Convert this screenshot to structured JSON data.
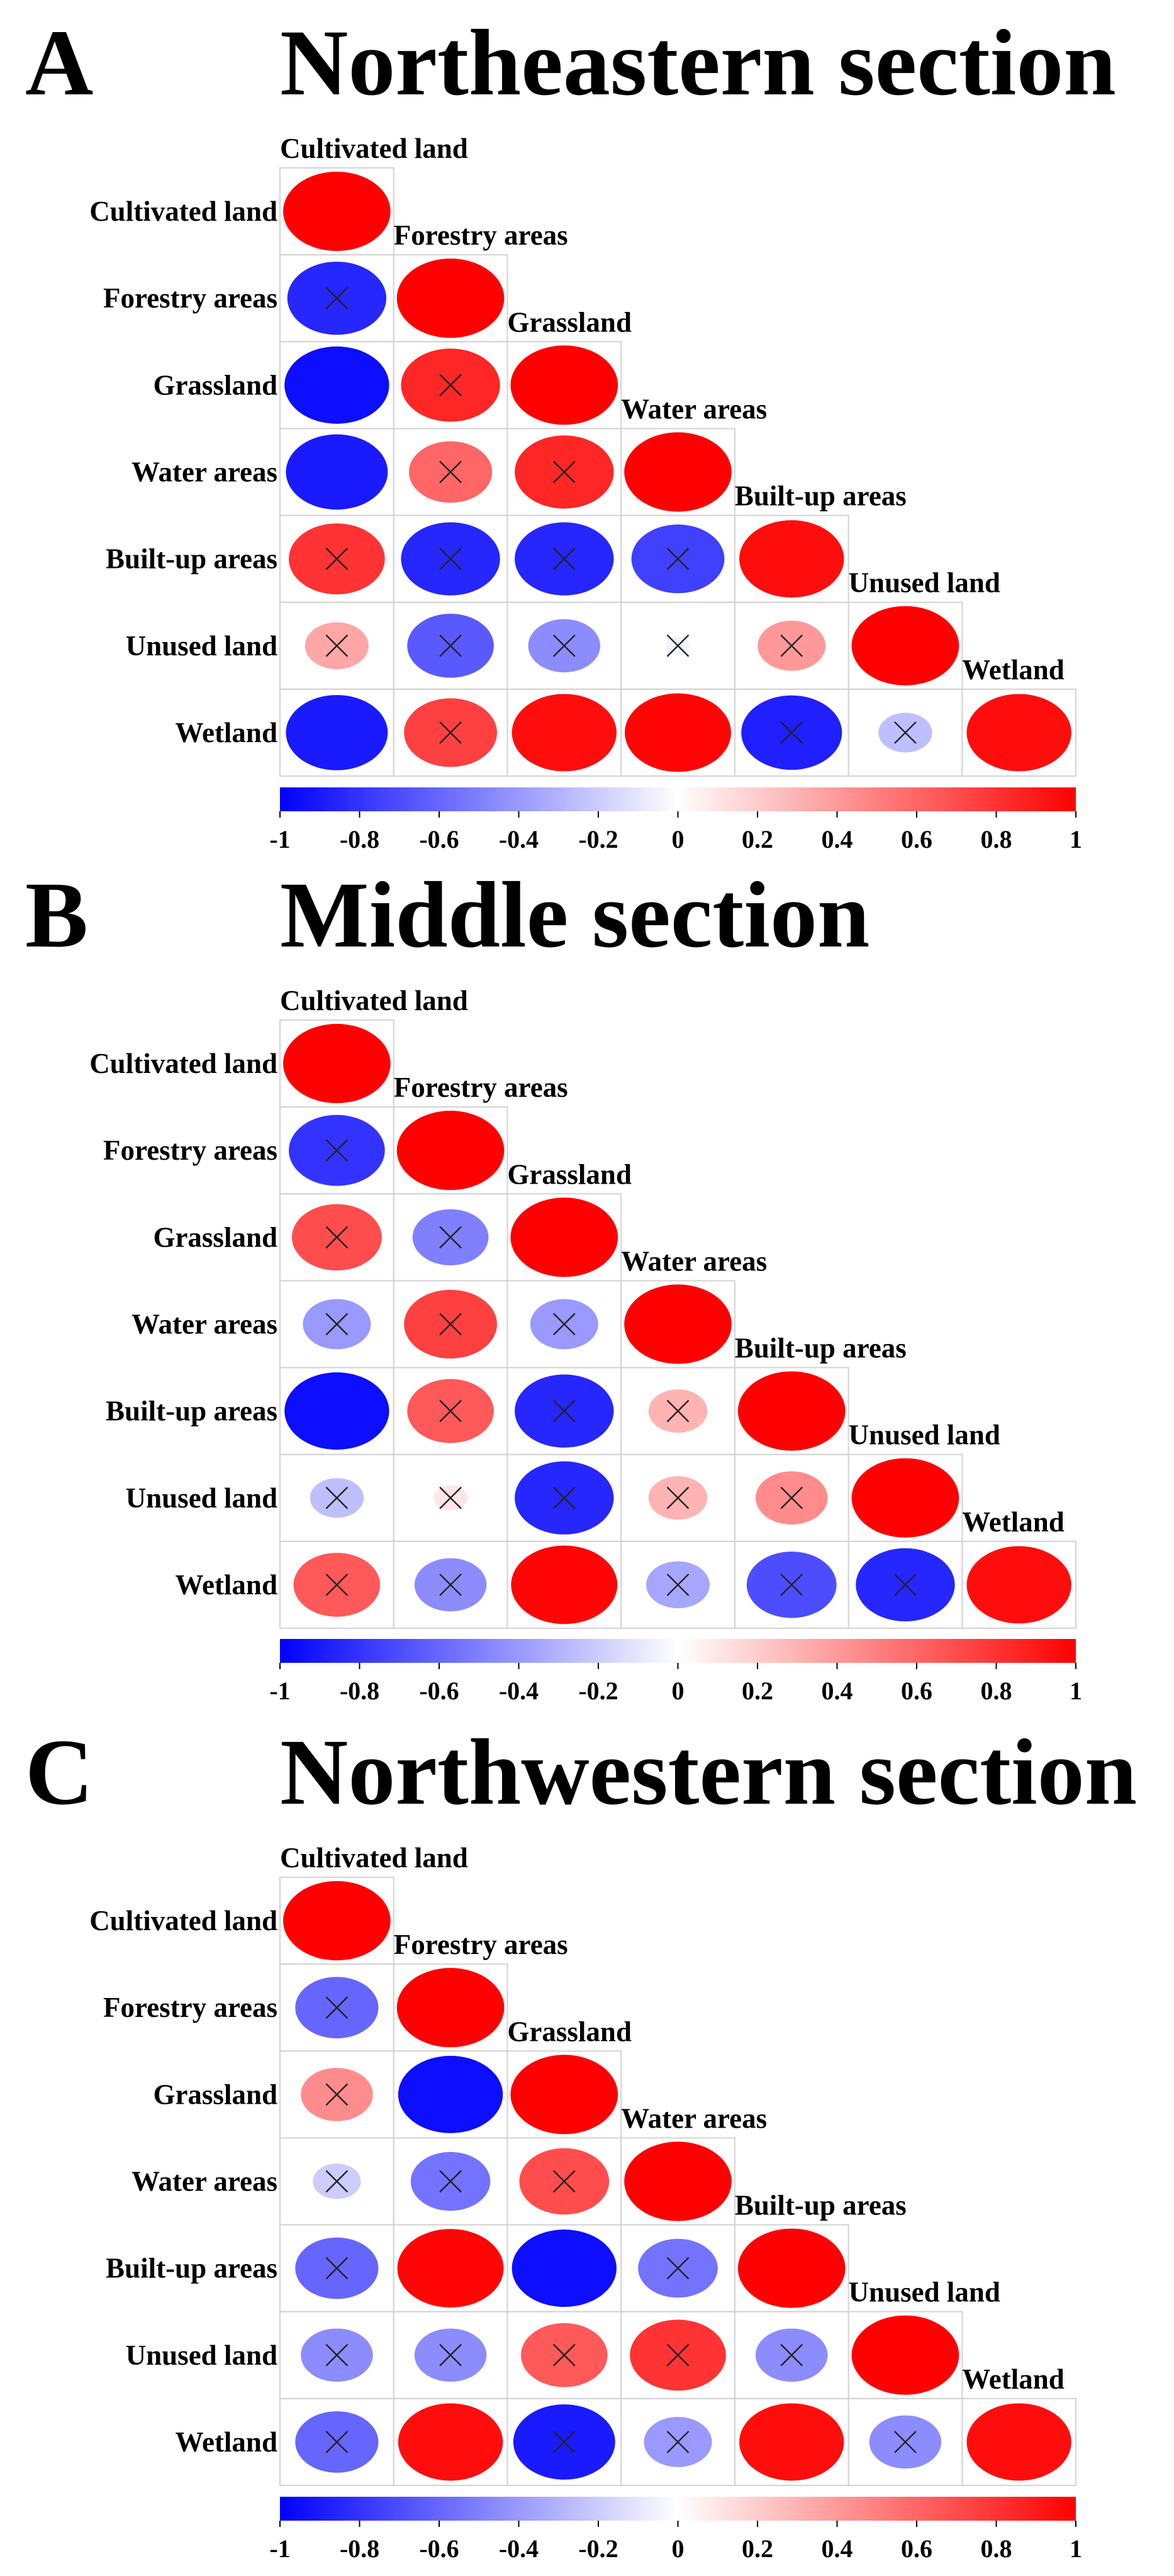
{
  "chart_data": [
    {
      "panel": "A",
      "title": "Northeastern section",
      "type": "heatmap",
      "variables": [
        "Cultivated land",
        "Forestry areas",
        "Grassland",
        "Water areas",
        "Built-up areas",
        "Unused land",
        "Wetland"
      ],
      "values": [
        [
          1
        ],
        [
          -0.85,
          1
        ],
        [
          -0.95,
          0.85,
          1
        ],
        [
          -0.9,
          0.6,
          0.85,
          1
        ],
        [
          0.8,
          -0.85,
          -0.85,
          -0.75,
          0.95
        ],
        [
          0.35,
          -0.65,
          -0.45,
          -0.05,
          0.4,
          1
        ],
        [
          -0.9,
          0.75,
          0.95,
          0.98,
          -0.88,
          -0.25,
          0.95
        ]
      ],
      "nonsignificant": [
        [
          false
        ],
        [
          true,
          false
        ],
        [
          false,
          true,
          false
        ],
        [
          false,
          true,
          true,
          false
        ],
        [
          true,
          true,
          true,
          true,
          false
        ],
        [
          true,
          true,
          true,
          true,
          true,
          false
        ],
        [
          false,
          true,
          false,
          false,
          true,
          true,
          false
        ]
      ],
      "colorbar": {
        "range": [
          -1,
          1
        ],
        "ticks": [
          "-1",
          "-0.8",
          "-0.6",
          "-0.4",
          "-0.2",
          "0",
          "0.2",
          "0.4",
          "0.6",
          "0.8",
          "1"
        ]
      }
    },
    {
      "panel": "B",
      "title": "Middle section",
      "type": "heatmap",
      "variables": [
        "Cultivated land",
        "Forestry areas",
        "Grassland",
        "Water areas",
        "Built-up areas",
        "Unused land",
        "Wetland"
      ],
      "values": [
        [
          1
        ],
        [
          -0.8,
          1
        ],
        [
          0.7,
          -0.5,
          1
        ],
        [
          -0.4,
          0.75,
          -0.4,
          1
        ],
        [
          -0.95,
          0.65,
          -0.85,
          0.3,
          1
        ],
        [
          -0.25,
          0.1,
          -0.85,
          0.3,
          0.45,
          1
        ],
        [
          0.65,
          -0.45,
          0.98,
          -0.35,
          -0.7,
          -0.85,
          0.95
        ]
      ],
      "nonsignificant": [
        [
          false
        ],
        [
          true,
          false
        ],
        [
          true,
          true,
          false
        ],
        [
          true,
          true,
          true,
          false
        ],
        [
          false,
          true,
          true,
          true,
          false
        ],
        [
          true,
          true,
          true,
          true,
          true,
          false
        ],
        [
          true,
          true,
          false,
          true,
          true,
          true,
          false
        ]
      ],
      "colorbar": {
        "range": [
          -1,
          1
        ],
        "ticks": [
          "-1",
          "-0.8",
          "-0.6",
          "-0.4",
          "-0.2",
          "0",
          "0.2",
          "0.4",
          "0.6",
          "0.8",
          "1"
        ]
      }
    },
    {
      "panel": "C",
      "title": "Northwestern section",
      "type": "heatmap",
      "variables": [
        "Cultivated land",
        "Forestry areas",
        "Grassland",
        "Water areas",
        "Built-up areas",
        "Unused land",
        "Wetland"
      ],
      "values": [
        [
          1
        ],
        [
          -0.6,
          1
        ],
        [
          0.45,
          -0.95,
          1
        ],
        [
          -0.2,
          -0.55,
          0.7,
          1
        ],
        [
          -0.6,
          0.98,
          -0.95,
          -0.55,
          1
        ],
        [
          -0.45,
          -0.45,
          0.65,
          0.8,
          -0.45,
          1
        ],
        [
          -0.6,
          0.95,
          -0.9,
          -0.4,
          0.95,
          -0.45,
          0.95
        ]
      ],
      "nonsignificant": [
        [
          false
        ],
        [
          true,
          false
        ],
        [
          true,
          false,
          false
        ],
        [
          true,
          true,
          true,
          false
        ],
        [
          true,
          false,
          false,
          true,
          false
        ],
        [
          true,
          true,
          true,
          true,
          true,
          false
        ],
        [
          true,
          false,
          true,
          true,
          false,
          true,
          false
        ]
      ],
      "colorbar": {
        "range": [
          -1,
          1
        ],
        "ticks": [
          "-1",
          "-0.8",
          "-0.6",
          "-0.4",
          "-0.2",
          "0",
          "0.2",
          "0.4",
          "0.6",
          "0.8",
          "1"
        ]
      }
    }
  ]
}
